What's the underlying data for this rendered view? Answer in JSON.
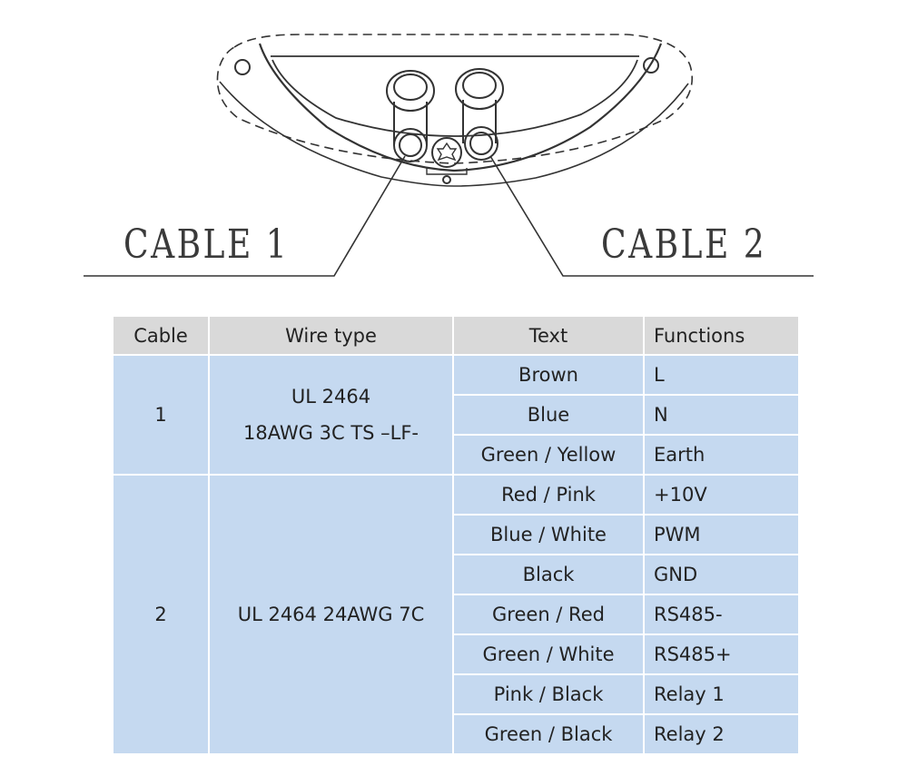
{
  "diagram": {
    "labels": [
      "CABLE 1",
      "CABLE 2"
    ]
  },
  "table": {
    "headers": [
      "Cable",
      "Wire type",
      "Text",
      "Functions"
    ],
    "groups": [
      {
        "cable": "1",
        "wire_type_lines": [
          "UL 2464",
          "18AWG 3C TS –LF-"
        ],
        "rows": [
          {
            "text": "Brown",
            "function": "L"
          },
          {
            "text": "Blue",
            "function": "N"
          },
          {
            "text": "Green / Yellow",
            "function": "Earth"
          }
        ]
      },
      {
        "cable": "2",
        "wire_type_lines": [
          "UL 2464 24AWG 7C"
        ],
        "rows": [
          {
            "text": "Red / Pink",
            "function": "+10V"
          },
          {
            "text": "Blue / White",
            "function": "PWM"
          },
          {
            "text": "Black",
            "function": "GND"
          },
          {
            "text": "Green / Red",
            "function": "RS485-"
          },
          {
            "text": "Green / White",
            "function": "RS485+"
          },
          {
            "text": "Pink / Black",
            "function": "Relay 1"
          },
          {
            "text": "Green / Black",
            "function": "Relay 2"
          }
        ]
      }
    ]
  },
  "colors": {
    "header_bg": "#d9d9d9",
    "cell_bg": "#c5d9f0",
    "line": "#333333"
  }
}
